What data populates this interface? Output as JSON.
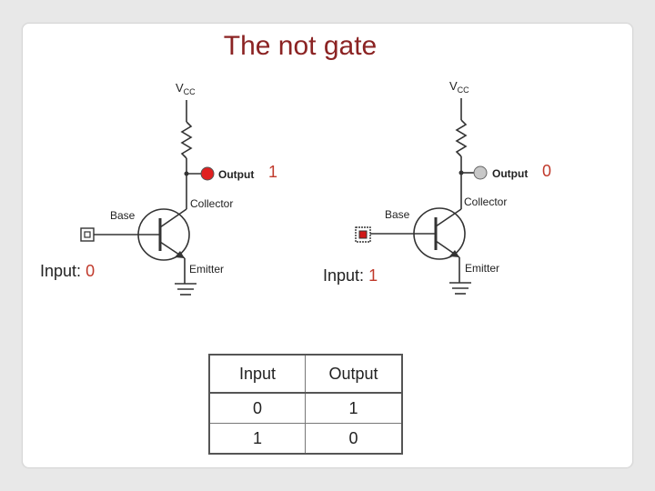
{
  "title": "The not gate",
  "circuits": [
    {
      "vcc_main": "V",
      "vcc_sub": "CC",
      "output_label": "Output",
      "collector_label": "Collector",
      "base_label": "Base",
      "emitter_label": "Emitter",
      "output_value": "1",
      "input_prefix": "Input:",
      "input_value": "0",
      "led_color": "#e02020",
      "input_switch_color": "#ffffff"
    },
    {
      "vcc_main": "V",
      "vcc_sub": "CC",
      "output_label": "Output",
      "collector_label": "Collector",
      "base_label": "Base",
      "emitter_label": "Emitter",
      "output_value": "0",
      "input_prefix": "Input:",
      "input_value": "1",
      "led_color": "#c8c8c8",
      "input_switch_color": "#d01818"
    }
  ],
  "truth_table": {
    "headers": [
      "Input",
      "Output"
    ],
    "rows": [
      [
        "0",
        "1"
      ],
      [
        "1",
        "0"
      ]
    ]
  }
}
